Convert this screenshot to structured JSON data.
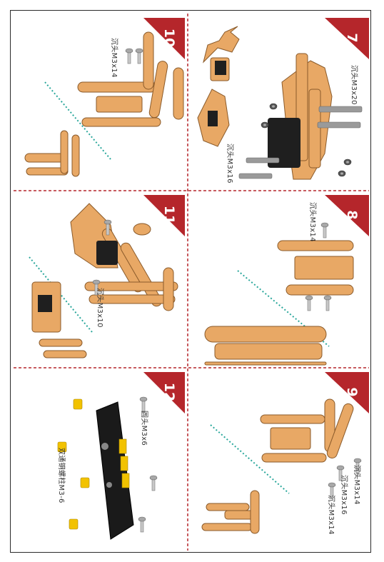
{
  "steps": {
    "s7": {
      "number": "7",
      "labels": {
        "a": "沉头M3x20",
        "b": "沉头M3x16"
      }
    },
    "s8": {
      "number": "8",
      "labels": {
        "a": "沉头M3x14"
      }
    },
    "s9": {
      "number": "9",
      "labels": {
        "a": "沉头M3x14",
        "b": "沉头M3x16",
        "c": "沉头M3x14"
      }
    },
    "s10": {
      "number": "10",
      "labels": {
        "a": "沉头M3x14"
      }
    },
    "s11": {
      "number": "11",
      "labels": {
        "a": "沉头M3x10"
      }
    },
    "s12": {
      "number": "12",
      "labels": {
        "a": "圆头M3x6",
        "b": "双通铜螺柱M3-6"
      }
    }
  },
  "colors": {
    "accent": "#b5262b",
    "part": "#e8a865",
    "part_stroke": "#8a5a2a",
    "guide": "#2aa79b"
  }
}
